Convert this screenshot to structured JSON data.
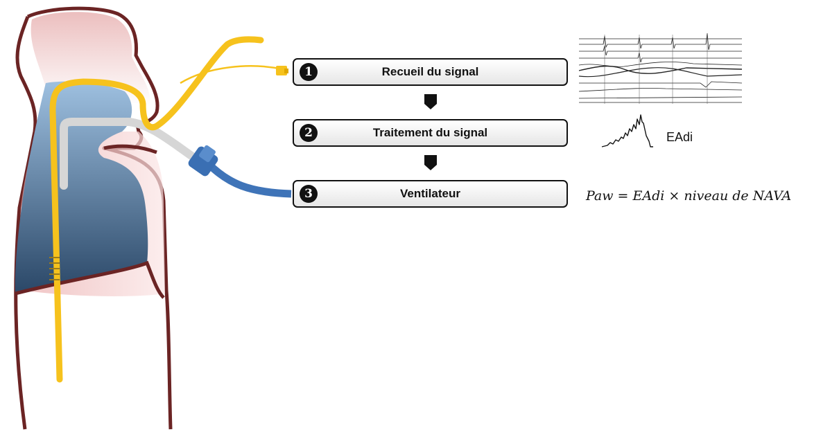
{
  "steps": [
    {
      "number": "1",
      "label": "Recueil du signal"
    },
    {
      "number": "2",
      "label": "Traitement du signal"
    },
    {
      "number": "3",
      "label": "Ventilateur"
    }
  ],
  "signal_label": "EAdi",
  "formula": "Paw = EAdi × niveau de NAVA",
  "colors": {
    "body_outline": "#6b2424",
    "head_fill": "#f0c8c8",
    "lung_dark": "#2d4a6b",
    "lung_light": "#8fb4d8",
    "catheter": "#f6c21d",
    "tube_gray": "#d6d6d6",
    "ventilator_tube": "#3f74b8"
  },
  "icons": [
    "human-silhouette-icon",
    "lung-icon",
    "catheter-icon",
    "endotracheal-tube-icon",
    "connector-icon",
    "emg-traces-icon",
    "eadi-waveform-icon"
  ]
}
